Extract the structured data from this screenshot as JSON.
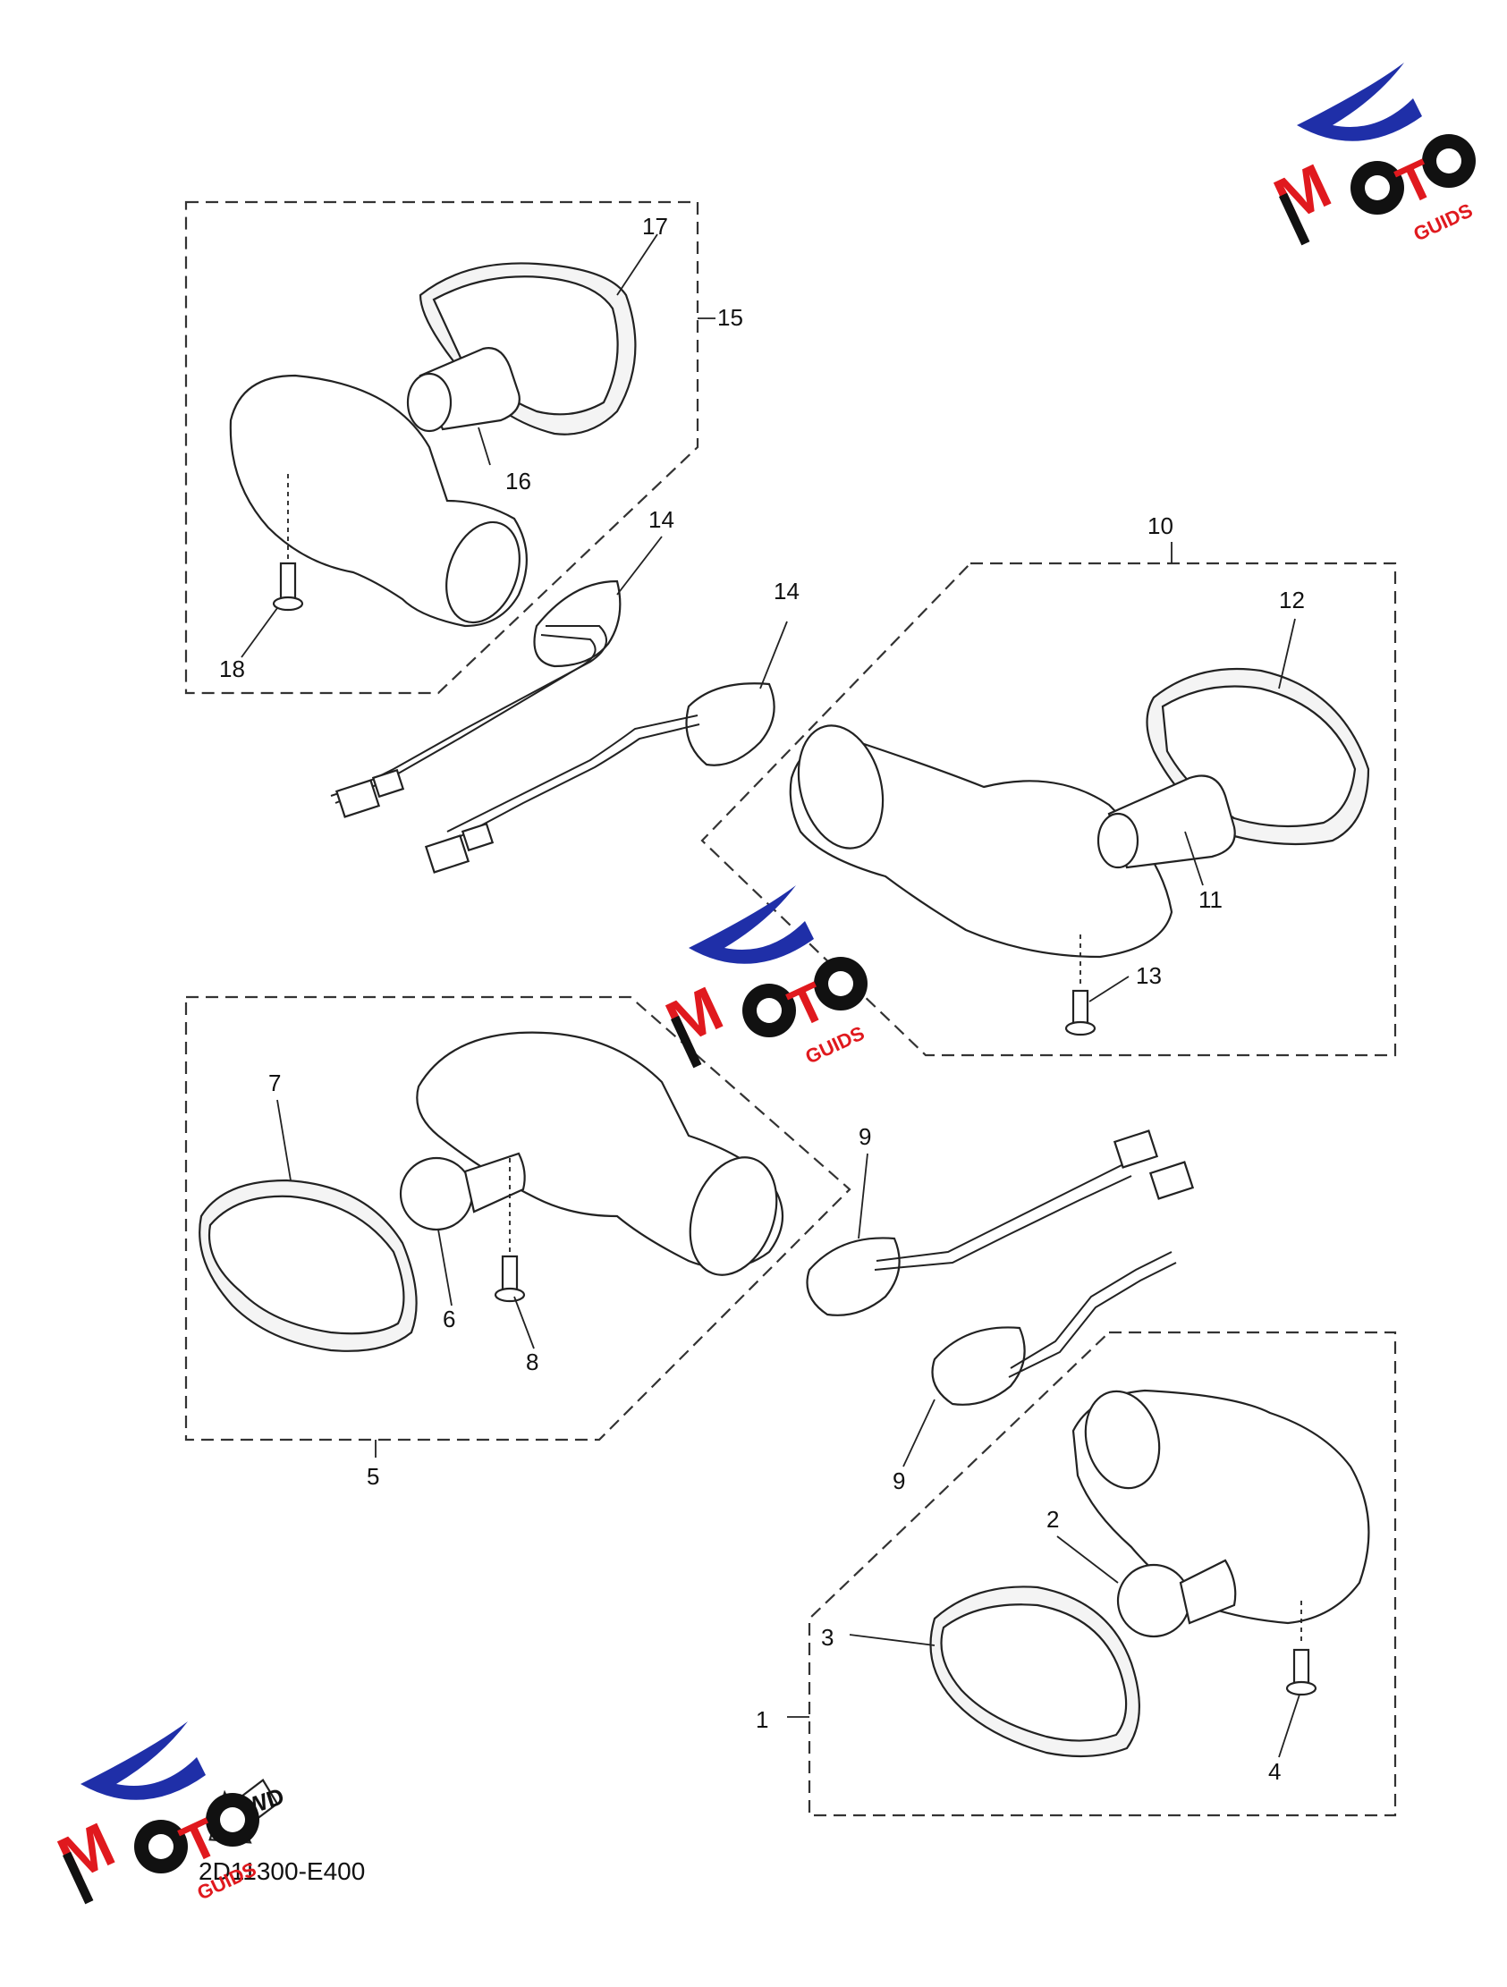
{
  "diagram": {
    "drawing_code": "2D11300-E400",
    "fwd_label": "FWD",
    "callouts": [
      "1",
      "2",
      "3",
      "4",
      "5",
      "6",
      "7",
      "8",
      "9",
      "9",
      "10",
      "11",
      "12",
      "13",
      "14",
      "14",
      "15",
      "16",
      "17",
      "18"
    ]
  },
  "watermark": {
    "brand_letters": [
      "M",
      "O",
      "T",
      "O"
    ],
    "brand_suffix": "GUIDS",
    "colors": {
      "red": "#e0191e",
      "blue": "#1f2fa8",
      "black": "#111111"
    }
  }
}
